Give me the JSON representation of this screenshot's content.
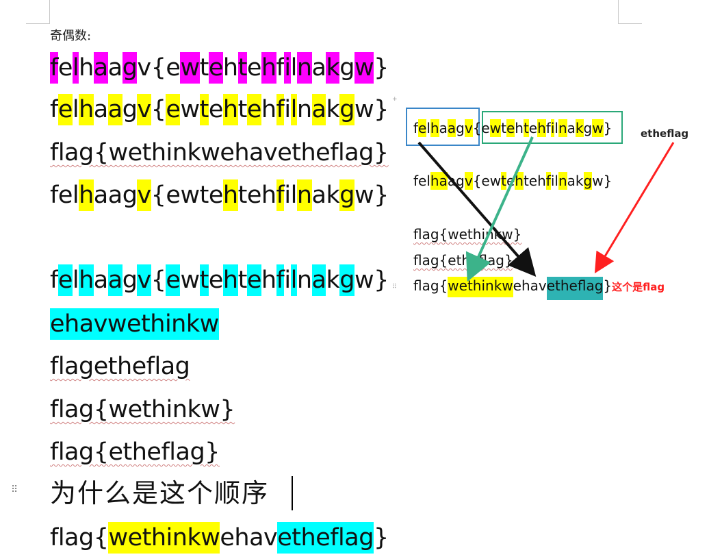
{
  "document": {
    "heading": "奇偶数:",
    "lines": {
      "l1": [
        "f",
        "e",
        "l",
        "h",
        "a",
        "a",
        "g",
        "v",
        "{",
        "e",
        "w",
        "t",
        "e",
        "h",
        "t",
        "e",
        "h",
        "f",
        "i",
        "l",
        "n",
        "a",
        "k",
        "g",
        "w",
        "}"
      ],
      "l3": "flag{wethinkwehavetheflag}",
      "l5b": "ehavwethinkw",
      "l6": "flagetheflag",
      "l7": "flag{wethinkw}",
      "l8": "flag{etheflag}",
      "question": "为什么是这个顺序",
      "final": {
        "a": "flag{",
        "b": "wethinkw",
        "c": "ehav",
        "d": "etheflag",
        "e": "}"
      }
    },
    "inset": {
      "row1_left": "felhaagv",
      "row1_right": "{ewtehtehfilnakgw}",
      "row2": [
        "f",
        "e",
        "l",
        "h",
        "a",
        "a",
        "g",
        "v",
        "{",
        "e",
        "w",
        "t",
        "e",
        "h",
        "t",
        "e",
        "h",
        "f",
        "i",
        "l",
        "n",
        "a",
        "k",
        "g",
        "w",
        "}"
      ],
      "row3": "flag{wethinkw}",
      "row4": "flag{etheflag}",
      "row5": {
        "a": "flag{",
        "b": "wethinkw",
        "c": "ehav",
        "d": "etheflag",
        "e": "}"
      },
      "annot_right": "这个是flag",
      "annot_top": "etheflag"
    }
  },
  "colors": {
    "magenta": "#ff00ff",
    "yellow": "#ffff00",
    "cyan": "#00ffff",
    "teal": "#2eb3b3",
    "box_blue": "#3a86c8",
    "box_green": "#2aa878",
    "arrow_black": "#111111",
    "arrow_green": "#3cb38a",
    "arrow_red": "#ff2020"
  },
  "icons": {
    "drag_handle": "drag-handle-icon",
    "text_caret": "text-caret-icon"
  }
}
